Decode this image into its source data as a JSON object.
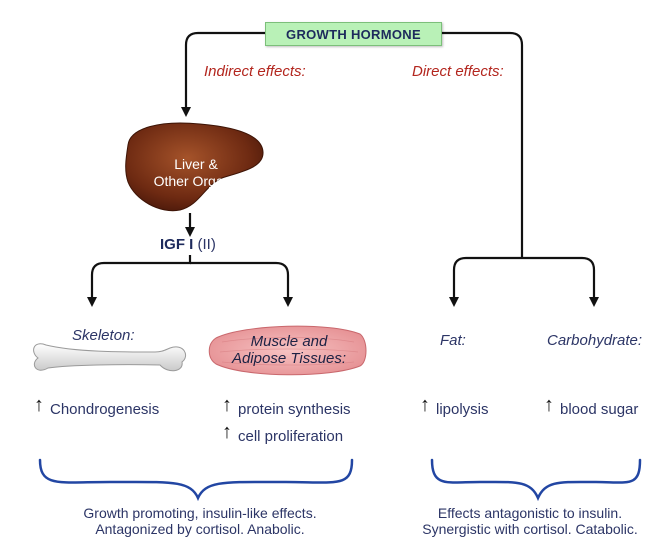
{
  "title": "GROWTH HORMONE",
  "branches": {
    "indirect_label": "Indirect effects:",
    "direct_label": "Direct effects:"
  },
  "liver": {
    "line1": "Liver &",
    "line2": "Other Organs"
  },
  "igf": {
    "main": "IGF I",
    "paren": "(II)"
  },
  "targets": {
    "skeleton": "Skeleton:",
    "muscle_line1": "Muscle and",
    "muscle_line2": "Adipose Tissues:",
    "fat": "Fat:",
    "carbohydrate": "Carbohydrate:"
  },
  "effects": {
    "chondrogenesis": "Chondrogenesis",
    "protein_synthesis": "protein synthesis",
    "cell_proliferation": "cell proliferation",
    "lipolysis": "lipolysis",
    "blood_sugar": "blood sugar"
  },
  "summaries": {
    "left_line1": "Growth promoting, insulin-like effects.",
    "left_line2": "Antagonized by cortisol. Anabolic.",
    "right_line1": "Effects antagonistic to insulin.",
    "right_line2": "Synergistic with cortisol. Catabolic."
  },
  "colors": {
    "title_box": "#b9f1b7",
    "red_label": "#b3261e",
    "text_blue": "#2c3566",
    "liver": "#6e2a12",
    "muscle": "#f2a9a9",
    "brace": "#2246a3"
  }
}
